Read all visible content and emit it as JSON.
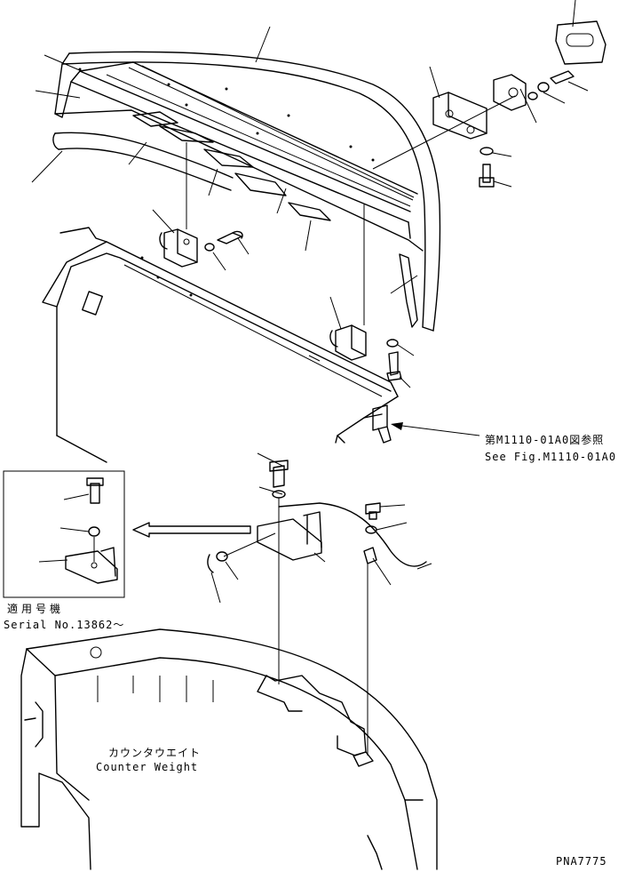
{
  "reference_ja": "第M1110-01A0図参照",
  "reference_en": "See Fig.M1110-01A0",
  "serial_ja": "適用号機",
  "serial_en": "Serial No.13862～",
  "counterweight_ja": "カウンタウエイト",
  "counterweight_en": "Counter Weight",
  "drawing_code": "PNA7775"
}
